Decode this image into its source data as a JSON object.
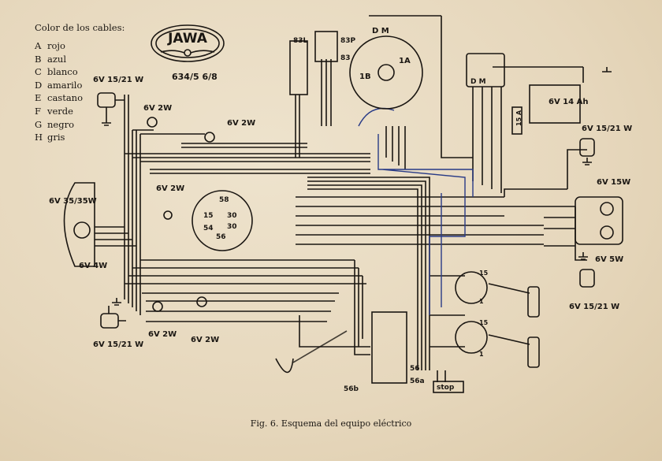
{
  "legend": {
    "title": "Color de los cables:",
    "items": [
      {
        "key": "A",
        "color": "rojo"
      },
      {
        "key": "B",
        "color": "azul"
      },
      {
        "key": "C",
        "color": "blanco"
      },
      {
        "key": "D",
        "color": "amarilo"
      },
      {
        "key": "E",
        "color": "castano"
      },
      {
        "key": "F",
        "color": "verde"
      },
      {
        "key": "G",
        "color": "negro"
      },
      {
        "key": "H",
        "color": "gris"
      }
    ]
  },
  "brand": {
    "logo_text": "JAWA",
    "model": "634/5 6/8"
  },
  "caption": "Fig. 6. Esquema del equipo eléctrico",
  "ratings": {
    "lamp_15_21": "6V 15/21 W",
    "lamp_2w": "6V 2W",
    "headlamp": "6V 35/35W",
    "lamp_4w": "6V 4W",
    "lamp_15w": "6V 15W",
    "lamp_5w": "6V 5W",
    "battery": "6V 14 Ah",
    "fuse": "15 A"
  },
  "terminals": {
    "t83L": "83L",
    "t83P": "83P",
    "t83": "83",
    "tDM": "D M",
    "t1A": "1A",
    "t1B": "1B",
    "t15": "15",
    "t30": "30",
    "t54": "54",
    "t56": "56",
    "t58": "58",
    "t56b": "56b",
    "t56a": "56a",
    "stop": "stop",
    "t1": "1"
  },
  "colors": {
    "paper": "#e9dcc4",
    "ink": "#1a1612",
    "blue_ink": "#283a86"
  }
}
